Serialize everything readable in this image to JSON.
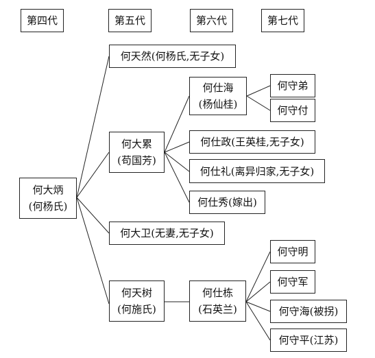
{
  "generations": {
    "g4": "第四代",
    "g5": "第五代",
    "g6": "第六代",
    "g7": "第七代"
  },
  "people": {
    "root_name": "何大炳",
    "root_spouse": "(何杨氏)",
    "tianran": "何天然(何杨氏,无子女)",
    "tianlei_name": "何大累",
    "tianlei_spouse": "(苟国芳)",
    "tianwei": "何大卫(无妻,无子女)",
    "tianshu_name": "何天树",
    "tianshu_spouse": "(何施氏)",
    "shihai_name": "何仕海",
    "shihai_spouse": "(杨仙桂)",
    "shizheng": "何仕政(王英桂,无子女)",
    "shili": "何仕礼(离异归家,无子女)",
    "shixiu": "何仕秀(嫁出)",
    "shidong_name": "何仕栋",
    "shidong_spouse": "(石英兰)",
    "shoudi": "何守弟",
    "shoufu": "何守付",
    "shouming": "何守明",
    "shoujun": "何守军",
    "shouhai": "何守海(被拐)",
    "shouping": "何守平(江苏)"
  }
}
